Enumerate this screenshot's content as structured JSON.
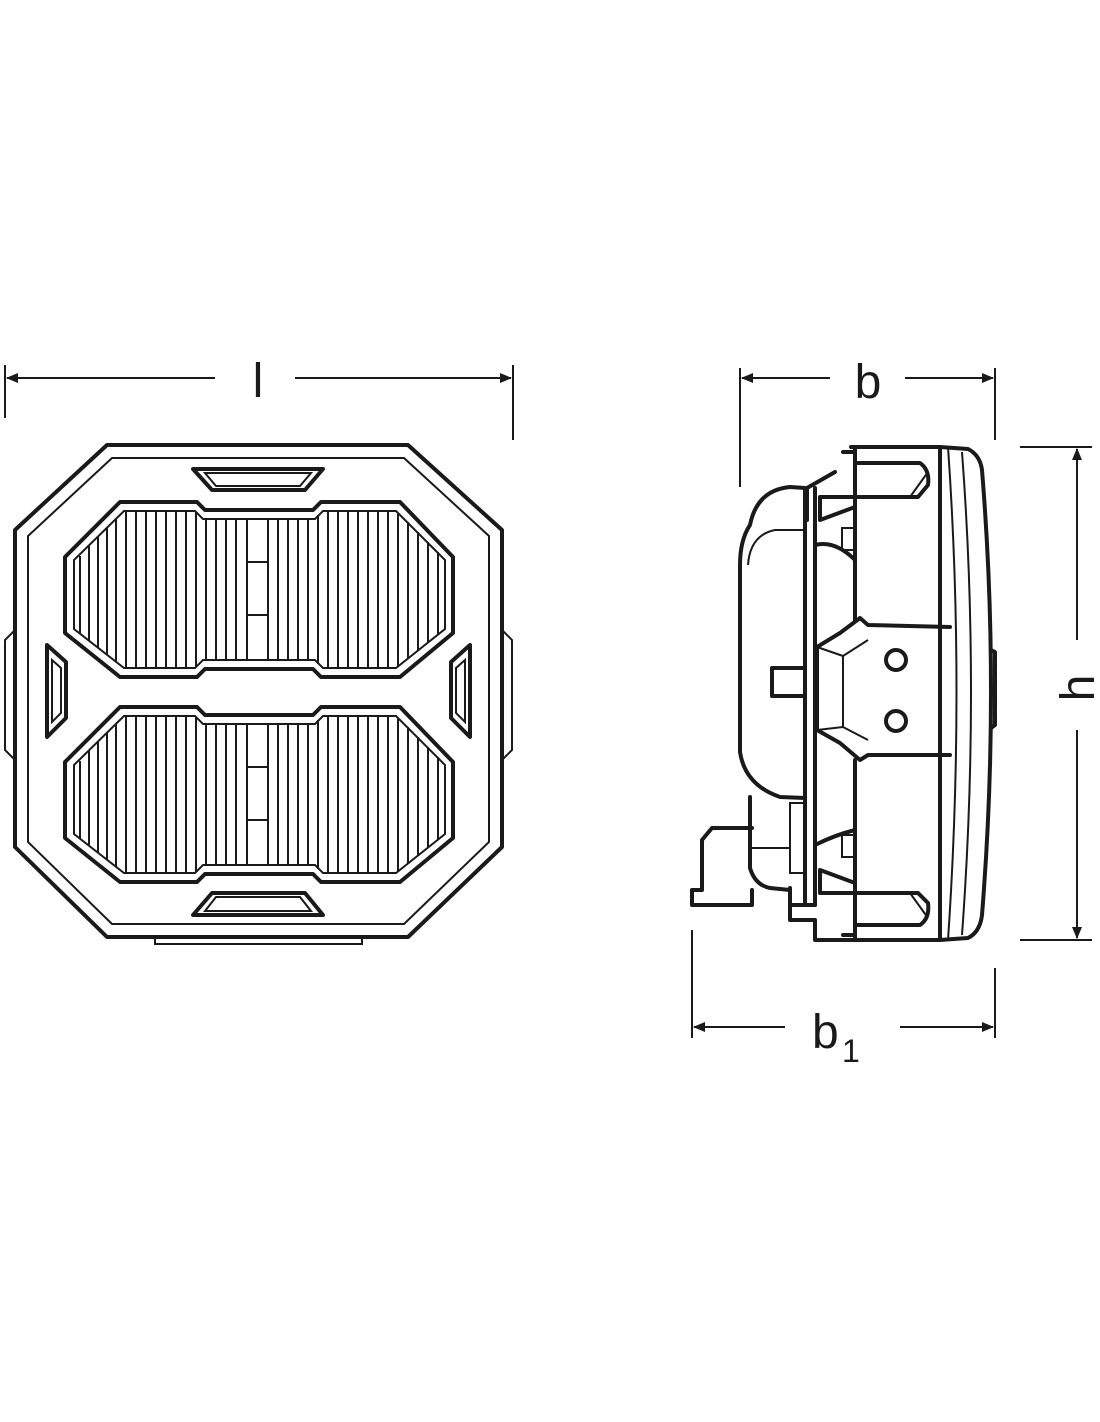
{
  "dimensions": {
    "length_label": "l",
    "width_label": "b",
    "height_label": "h",
    "overall_width_label": "b",
    "overall_width_subscript": "1"
  },
  "colors": {
    "line": "#1a1a1a",
    "background": "#ffffff"
  }
}
